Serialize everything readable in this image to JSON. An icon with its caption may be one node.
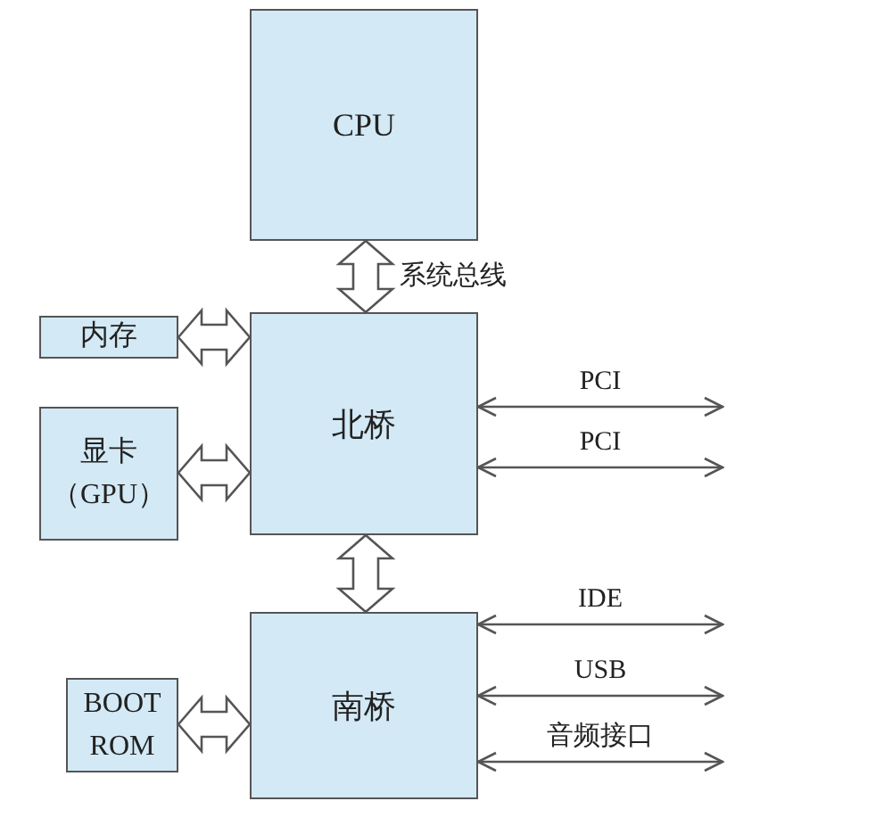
{
  "diagram": {
    "nodes": [
      {
        "text": [
          "CPU"
        ]
      },
      {
        "text": [
          "内存"
        ]
      },
      {
        "text": [
          "北桥"
        ]
      },
      {
        "text": [
          "显卡（GPU）"
        ]
      },
      {
        "text": [
          "BOOT ROM"
        ]
      },
      {
        "text": [
          "南桥"
        ]
      }
    ],
    "edges": [
      {
        "from": 0,
        "to": 2,
        "arrow": "both",
        "label": "系统总线",
        "style": "thick"
      },
      {
        "from": 1,
        "to": 2,
        "arrow": "both",
        "style": "thick"
      },
      {
        "from": 3,
        "to": 2,
        "arrow": "both",
        "style": "thick"
      },
      {
        "from": 2,
        "to": 5,
        "arrow": "both",
        "style": "thick"
      },
      {
        "from": 4,
        "to": 5,
        "arrow": "both",
        "style": "thick"
      },
      {
        "from": 2,
        "to": null,
        "arrow": "both",
        "label": "PCI"
      },
      {
        "from": 2,
        "to": null,
        "arrow": "both",
        "label": "PCI"
      },
      {
        "from": 5,
        "to": null,
        "arrow": "both",
        "label": "IDE"
      },
      {
        "from": 5,
        "to": null,
        "arrow": "both",
        "label": "USB"
      },
      {
        "from": 5,
        "to": null,
        "arrow": "both",
        "label": "音频接口"
      }
    ]
  }
}
